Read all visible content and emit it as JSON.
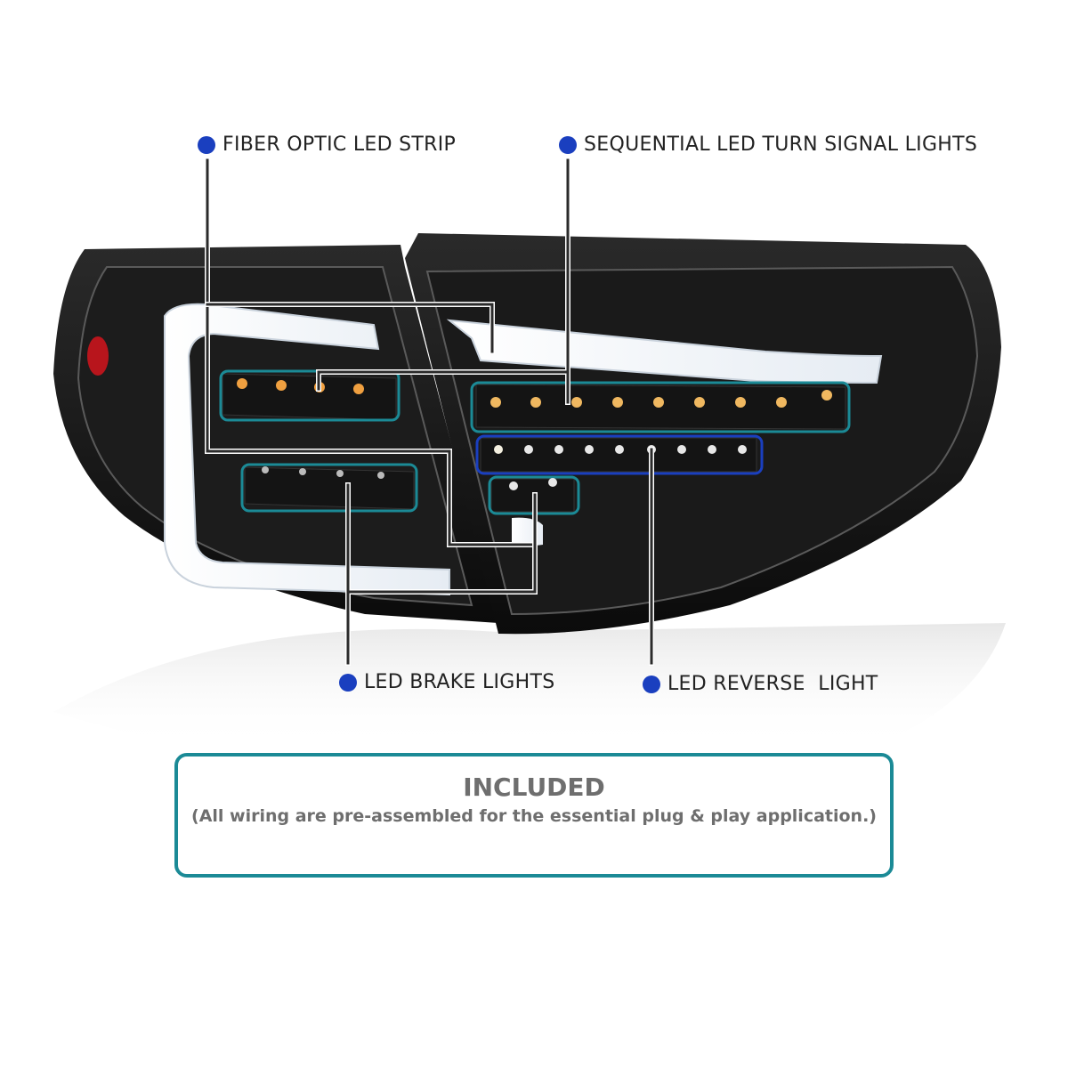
{
  "callouts": {
    "fiber_optic": "FIBER OPTIC LED STRIP",
    "turn_signal": "SEQUENTIAL LED TURN SIGNAL LIGHTS",
    "brake": "LED BRAKE LIGHTS",
    "reverse": "LED REVERSE  LIGHT"
  },
  "included": {
    "title": "INCLUDED",
    "subtitle": "(All wiring are pre-assembled for the essential plug & play application.)"
  },
  "colors": {
    "callout_dot": "#1a3fbf",
    "highlight_teal": "#1b8a96",
    "highlight_blue": "#1a3fbf",
    "housing": "#111111"
  }
}
